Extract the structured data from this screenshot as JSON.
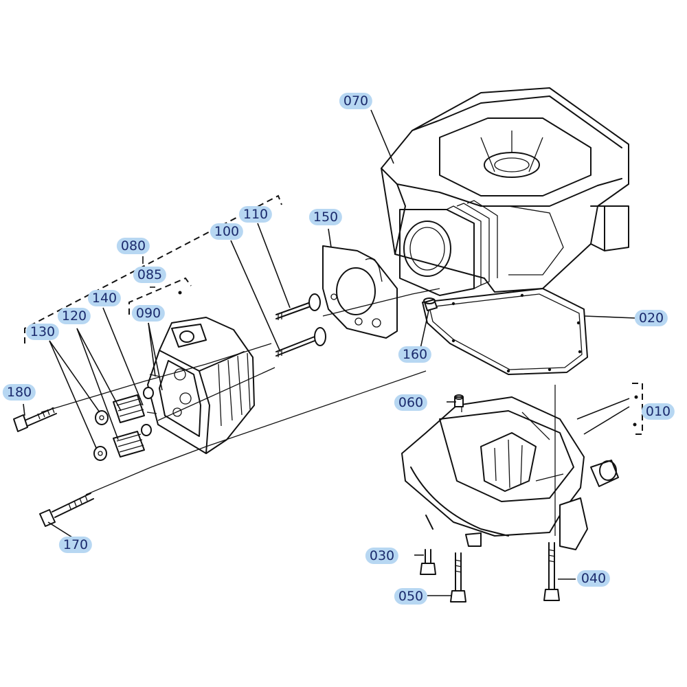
{
  "highlight_color": "#b7d7f2",
  "callouts": [
    {
      "id": "c010",
      "text": "010"
    },
    {
      "id": "c020",
      "text": "020"
    },
    {
      "id": "c030",
      "text": "030"
    },
    {
      "id": "c040",
      "text": "040"
    },
    {
      "id": "c050",
      "text": "050"
    },
    {
      "id": "c060",
      "text": "060"
    },
    {
      "id": "c070",
      "text": "070"
    },
    {
      "id": "c080",
      "text": "080"
    },
    {
      "id": "c085",
      "text": "085"
    },
    {
      "id": "c090",
      "text": "090"
    },
    {
      "id": "c100",
      "text": "100"
    },
    {
      "id": "c110",
      "text": "110"
    },
    {
      "id": "c120",
      "text": "120"
    },
    {
      "id": "c130",
      "text": "130"
    },
    {
      "id": "c140",
      "text": "140"
    },
    {
      "id": "c150",
      "text": "150"
    },
    {
      "id": "c160",
      "text": "160"
    },
    {
      "id": "c170",
      "text": "170"
    },
    {
      "id": "c180",
      "text": "180"
    }
  ]
}
